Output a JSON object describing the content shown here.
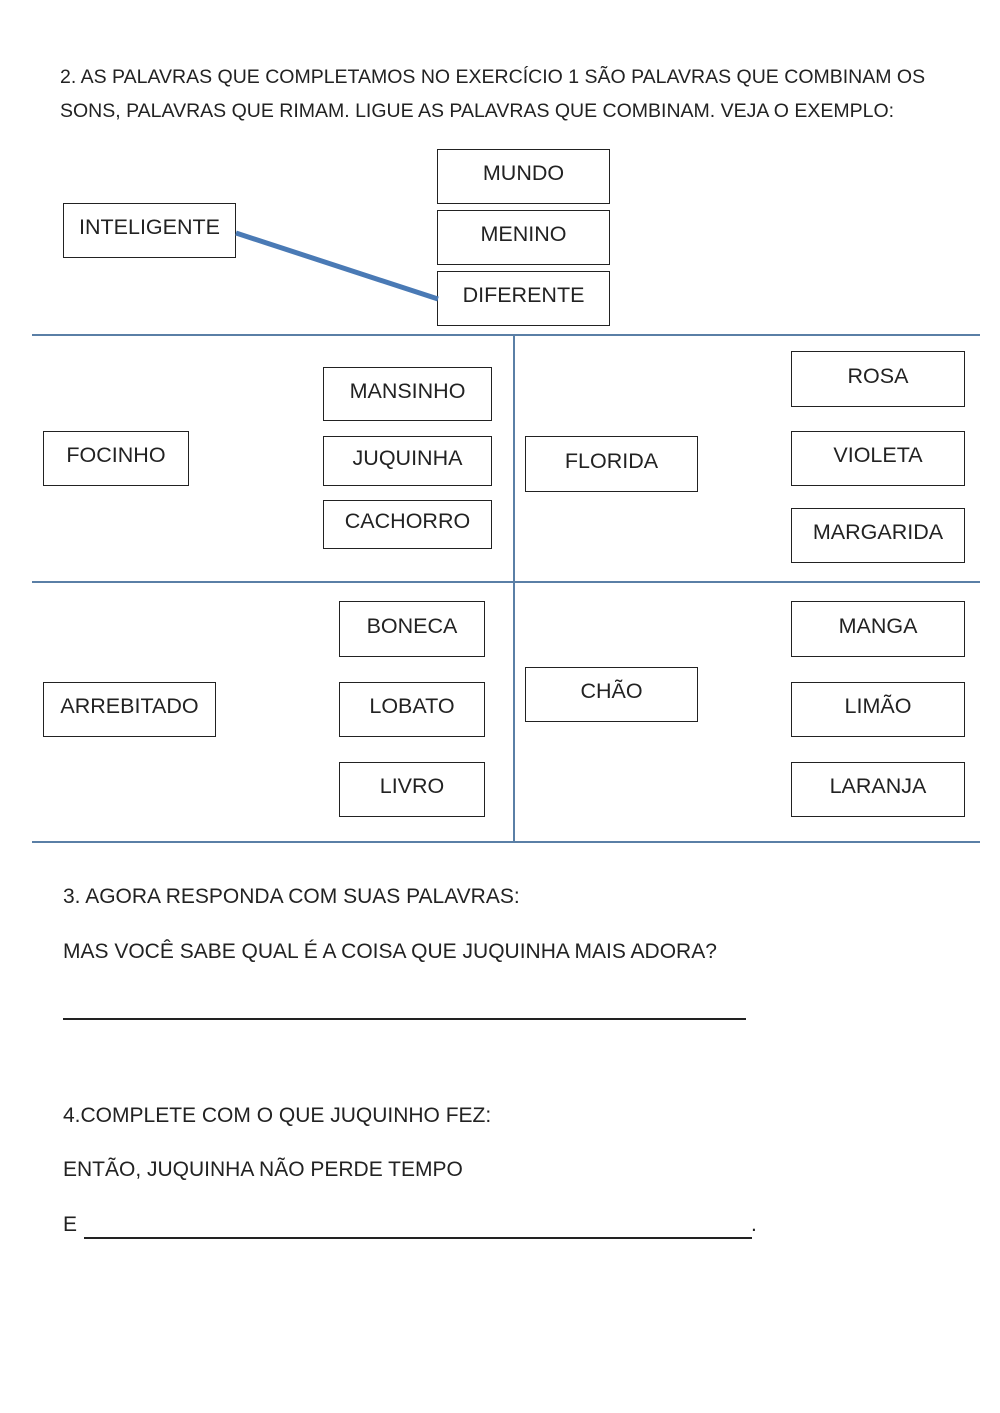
{
  "exercise2": {
    "instructions": "2. AS PALAVRAS QUE COMPLETAMOS NO EXERCÍCIO 1 SÃO PALAVRAS QUE COMBINAM OS SONS, PALAVRAS QUE RIMAM. LIGUE AS PALAVRAS QUE COMBINAM. VEJA O EXEMPLO:",
    "example": {
      "word": "INTELIGENTE",
      "options": [
        "MUNDO",
        "MENINO",
        "DIFERENTE"
      ],
      "connector_color": "#4a7ab5"
    },
    "groups": [
      {
        "word": "FOCINHO",
        "options": [
          "MANSINHO",
          "JUQUINHA",
          "CACHORRO"
        ]
      },
      {
        "word": "FLORIDA",
        "options": [
          "ROSA",
          "VIOLETA",
          "MARGARIDA"
        ]
      },
      {
        "word": "ARREBITADO",
        "options": [
          "BONECA",
          "LOBATO",
          "LIVRO"
        ]
      },
      {
        "word": "CHÃO",
        "options": [
          "MANGA",
          "LIMÃO",
          "LARANJA"
        ]
      }
    ],
    "grid_color": "#5a7fa6"
  },
  "exercise3": {
    "title": "3. AGORA RESPONDA COM SUAS PALAVRAS:",
    "question": "MAS VOCÊ SABE QUAL É A COISA QUE JUQUINHA MAIS ADORA?"
  },
  "exercise4": {
    "title": "4.COMPLETE COM O QUE JUQUINHO FEZ:",
    "sentence": "ENTÃO, JUQUINHA NÃO PERDE TEMPO",
    "prefix": "E",
    "suffix": "."
  }
}
